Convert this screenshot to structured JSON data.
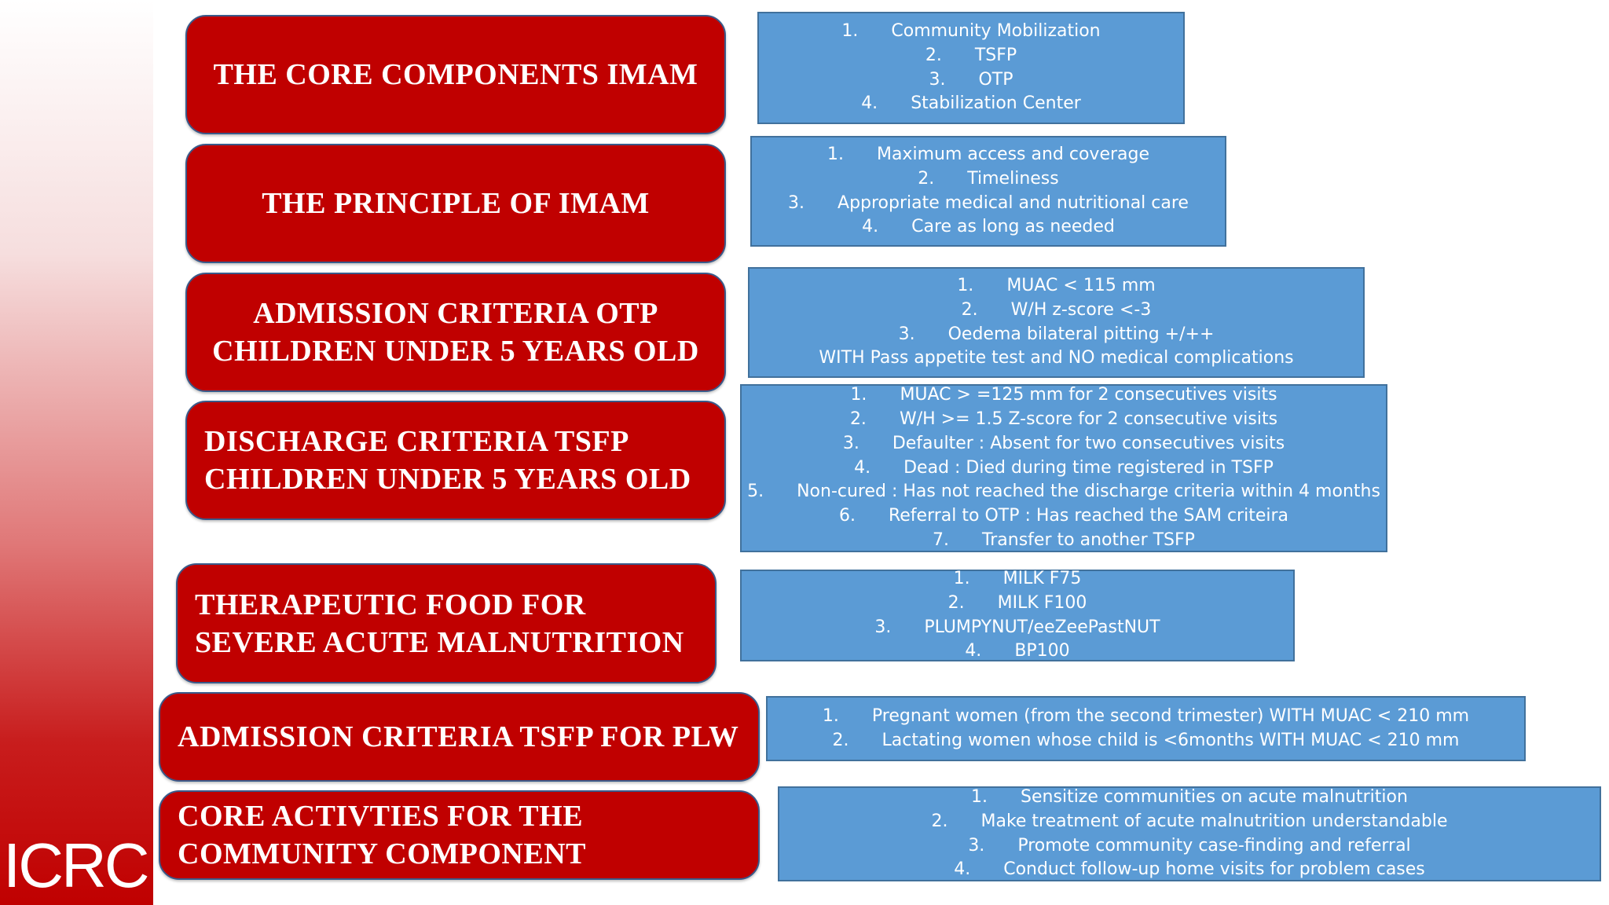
{
  "logo": "ICRC",
  "colors": {
    "title_bg": "#c00000",
    "box_bg": "#5b9bd5",
    "box_border": "#41719c",
    "title_border": "#3a5a8a"
  },
  "rows": [
    {
      "title": [
        "THE CORE COMPONENTS IMAM"
      ],
      "items": [
        {
          "n": "1.",
          "text": "Community Mobilization"
        },
        {
          "n": "2.",
          "text": "TSFP"
        },
        {
          "n": "3.",
          "text": "OTP"
        },
        {
          "n": "4.",
          "text": "Stabilization Center"
        }
      ]
    },
    {
      "title": [
        "THE PRINCIPLE OF IMAM"
      ],
      "items": [
        {
          "n": "1.",
          "text": "Maximum access and coverage"
        },
        {
          "n": "2.",
          "text": "Timeliness"
        },
        {
          "n": "3.",
          "text": "Appropriate medical and nutritional care"
        },
        {
          "n": "4.",
          "text": "Care as long as needed"
        }
      ]
    },
    {
      "title": [
        "ADMISSION CRITERIA OTP",
        "CHILDREN UNDER 5 YEARS OLD"
      ],
      "items": [
        {
          "n": "1.",
          "text": "MUAC < 115 mm"
        },
        {
          "n": "2.",
          "text": "W/H z-score <-3"
        },
        {
          "n": "3.",
          "text": "Oedema bilateral pitting +/++"
        },
        {
          "n": "",
          "text": "WITH Pass appetite test and NO medical complications"
        }
      ]
    },
    {
      "title": [
        "DISCHARGE CRITERIA TSFP",
        "CHILDREN UNDER 5 YEARS OLD"
      ],
      "items": [
        {
          "n": "1.",
          "text": "MUAC > =125 mm for 2 consecutives visits"
        },
        {
          "n": "2.",
          "text": "W/H >= 1.5 Z-score for 2 consecutive visits"
        },
        {
          "n": "3.",
          "text": "Defaulter :  Absent for two consecutives visits"
        },
        {
          "n": "4.",
          "text": "Dead  : Died during time registered in TSFP"
        },
        {
          "n": "5.",
          "text": "Non-cured : Has not reached the discharge criteria within 4 months"
        },
        {
          "n": "6.",
          "text": "Referral to OTP : Has reached the SAM criteira"
        },
        {
          "n": "7.",
          "text": "Transfer to another TSFP"
        }
      ]
    },
    {
      "title": [
        "THERAPEUTIC FOOD FOR",
        "SEVERE ACUTE MALNUTRITION"
      ],
      "items": [
        {
          "n": "1.",
          "text": "MILK F75"
        },
        {
          "n": "2.",
          "text": "MILK F100"
        },
        {
          "n": "3.",
          "text": "PLUMPYNUT/eeZeePastNUT"
        },
        {
          "n": "4.",
          "text": "BP100"
        }
      ]
    },
    {
      "title": [
        "ADMISSION CRITERIA TSFP FOR PLW"
      ],
      "items": [
        {
          "n": "1.",
          "text": "Pregnant women (from the second trimester) WITH MUAC < 210 mm"
        },
        {
          "n": "2.",
          "text": "Lactating women whose child is <6months WITH MUAC < 210 mm"
        }
      ]
    },
    {
      "title": [
        "CORE ACTIVTIES FOR THE",
        "COMMUNITY COMPONENT"
      ],
      "items": [
        {
          "n": "1.",
          "text": "Sensitize communities on acute malnutrition"
        },
        {
          "n": "2.",
          "text": "Make treatment of acute malnutrition understandable"
        },
        {
          "n": "3.",
          "text": "Promote community case-finding and referral"
        },
        {
          "n": "4.",
          "text": "Conduct follow-up home visits for problem cases"
        }
      ]
    }
  ]
}
